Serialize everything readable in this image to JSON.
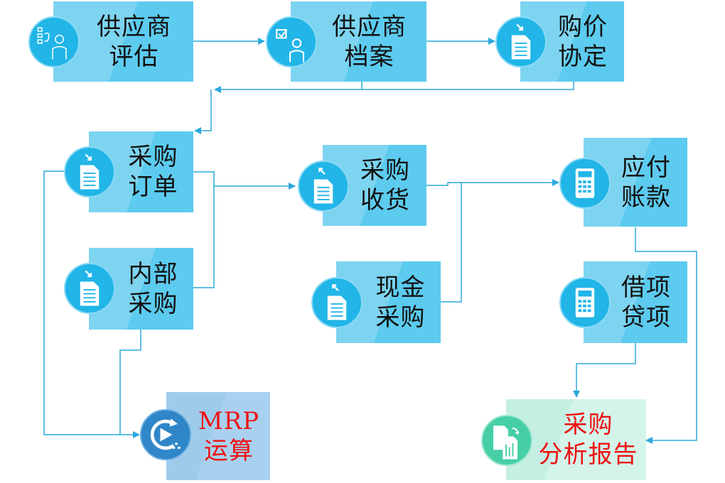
{
  "diagram": {
    "title": "采购流程",
    "nodes": [
      {
        "id": "supplier-eval",
        "lines": [
          "供应商",
          "评估"
        ],
        "icon": "checklist-person-icon"
      },
      {
        "id": "supplier-file",
        "lines": [
          "供应商",
          "档案"
        ],
        "icon": "checkbox-person-icon"
      },
      {
        "id": "price-agreement",
        "lines": [
          "购价",
          "协定"
        ],
        "icon": "document-in-icon"
      },
      {
        "id": "purchase-order",
        "lines": [
          "采购",
          "订单"
        ],
        "icon": "document-in-icon"
      },
      {
        "id": "internal-purchase",
        "lines": [
          "内部",
          "采购"
        ],
        "icon": "document-in-icon"
      },
      {
        "id": "purchase-receipt",
        "lines": [
          "采购",
          "收货"
        ],
        "icon": "document-out-icon"
      },
      {
        "id": "cash-purchase",
        "lines": [
          "现金",
          "采购"
        ],
        "icon": "document-out-icon"
      },
      {
        "id": "accounts-payable",
        "lines": [
          "应付",
          "账款"
        ],
        "icon": "calculator-icon"
      },
      {
        "id": "debit-credit",
        "lines": [
          "借项",
          "贷项"
        ],
        "icon": "calculator-icon"
      },
      {
        "id": "mrp",
        "lines": [
          "MRP",
          "运算"
        ],
        "icon": "play-cycle-icon",
        "highlight": "#ee1111"
      },
      {
        "id": "purchase-report",
        "lines": [
          "采购",
          "分析报告"
        ],
        "icon": "report-chart-icon",
        "highlight": "#ee1111"
      }
    ],
    "edges": [
      {
        "from": "supplier-eval",
        "to": "supplier-file"
      },
      {
        "from": "supplier-file",
        "to": "price-agreement"
      },
      {
        "from": "supplier-file",
        "to": "purchase-order"
      },
      {
        "from": "price-agreement",
        "to": "purchase-order"
      },
      {
        "from": "purchase-order",
        "to": "purchase-receipt"
      },
      {
        "from": "internal-purchase",
        "to": "purchase-receipt"
      },
      {
        "from": "purchase-order",
        "to": "mrp"
      },
      {
        "from": "internal-purchase",
        "to": "mrp"
      },
      {
        "from": "purchase-receipt",
        "to": "accounts-payable"
      },
      {
        "from": "cash-purchase",
        "to": "accounts-payable"
      },
      {
        "from": "debit-credit",
        "to": "purchase-report"
      },
      {
        "from": "accounts-payable",
        "to": "purchase-report"
      }
    ],
    "colors": {
      "box": "#5ccbef",
      "box_light": "#7dd4f0",
      "icon": "#21b5e8",
      "connector": "#2aa9dc",
      "mrp_box": "#a9d0ee",
      "mrp_icon": "#2f86c8",
      "report_box": "#d4f4ea",
      "report_icon": "#46cfa5",
      "highlight_text": "#ee1111"
    }
  }
}
